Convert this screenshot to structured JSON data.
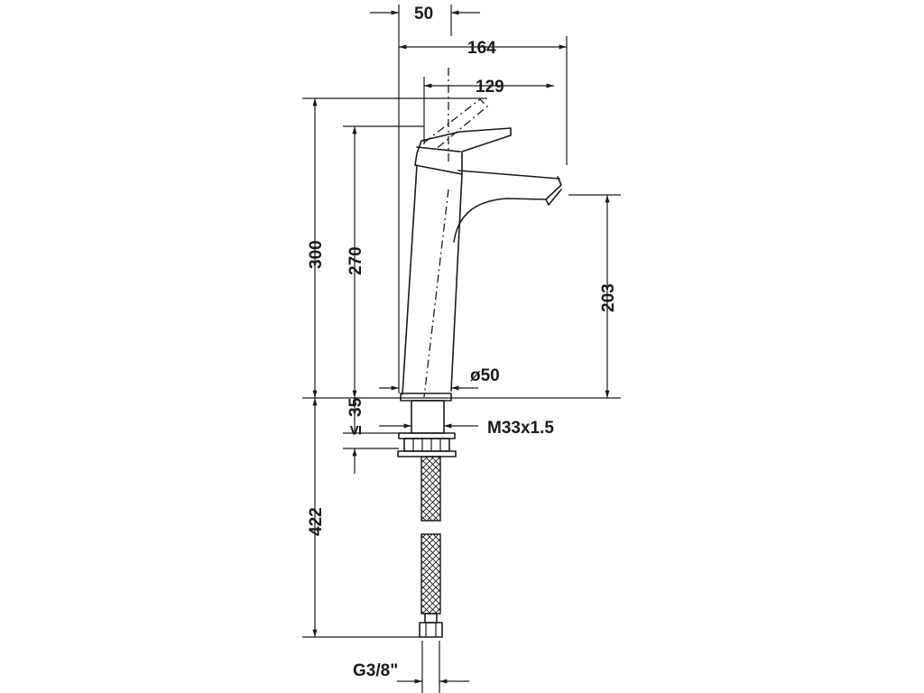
{
  "drawing": {
    "dimensions": {
      "d50": "50",
      "d164": "164",
      "d129": "129",
      "d300": "300",
      "d270": "270",
      "d203": "203",
      "d35": "35",
      "le_symbol": "≤",
      "d422": "422",
      "dia50": "ø50",
      "thread_m33": "M33x1.5",
      "thread_g38": "G3/8\""
    },
    "colors": {
      "line": "#1a1a1a",
      "background": "#ffffff"
    }
  }
}
